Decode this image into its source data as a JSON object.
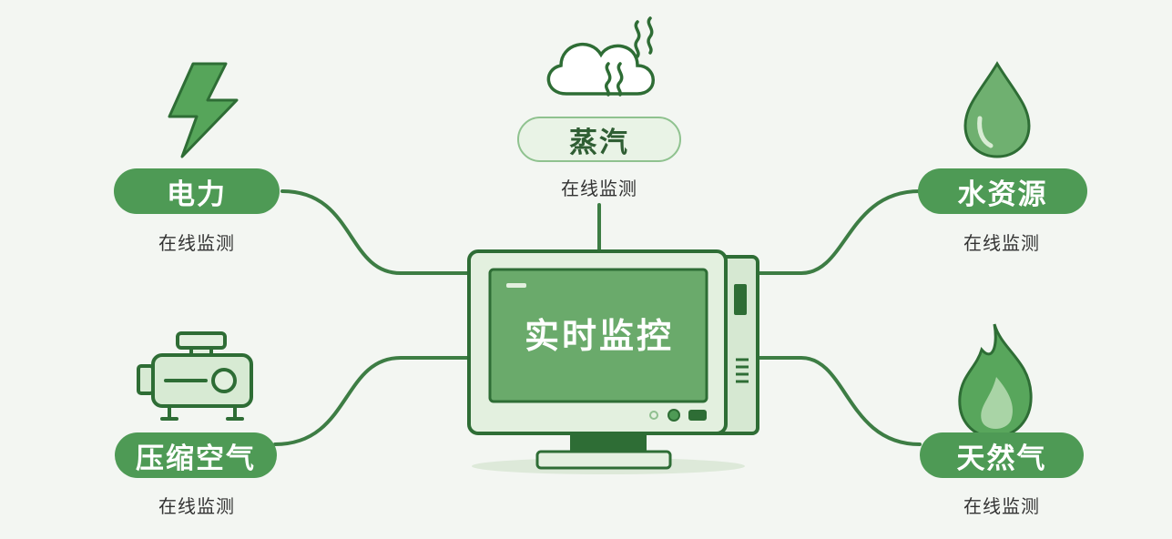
{
  "center": {
    "title": "实时监控"
  },
  "nodes": [
    {
      "key": "power",
      "label": "电力",
      "sub": "在线监测",
      "icon": "lightning-bolt-icon"
    },
    {
      "key": "steam",
      "label": "蒸汽",
      "sub": "在线监测",
      "icon": "steam-cloud-icon"
    },
    {
      "key": "water",
      "label": "水资源",
      "sub": "在线监测",
      "icon": "water-drop-icon"
    },
    {
      "key": "air",
      "label": "压缩空气",
      "sub": "在线监测",
      "icon": "air-compressor-icon"
    },
    {
      "key": "gas",
      "label": "天然气",
      "sub": "在线监测",
      "icon": "flame-icon"
    }
  ],
  "colors": {
    "primary": "#4e9a55",
    "line": "#3d7d44",
    "light_fill": "#e9f3e6",
    "background": "#f3f6f2"
  }
}
